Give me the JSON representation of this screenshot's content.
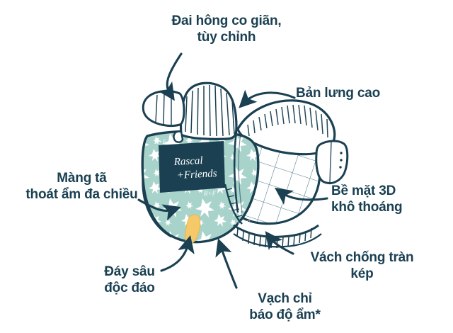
{
  "infographic": {
    "title_context": "Rascal + Friends diaper feature callout diagram",
    "background_color": "#ffffff",
    "text_color": "#1a4052",
    "accent_colors": {
      "dark_teal": "#1a4052",
      "mint_green": "#a7d3cb",
      "light_mint": "#c6e2dd",
      "yellow_indicator": "#f5c96a",
      "white": "#ffffff"
    }
  },
  "product": {
    "brand_line_1": "Rascal",
    "brand_line_2": "+Friends",
    "pattern_mark": "R+F"
  },
  "labels": [
    {
      "id": "elastic-hip-band",
      "text": "Đai hông co giãn,\ntùy chỉnh",
      "align": "center"
    },
    {
      "id": "high-back-panel",
      "text": "Bản lưng cao",
      "align": "left"
    },
    {
      "id": "moisture-film",
      "text": "Màng tã\nthoát ẩm đa chiều",
      "align": "center"
    },
    {
      "id": "3d-surface",
      "text": "Bề mặt 3D\nkhô thoáng",
      "align": "left"
    },
    {
      "id": "double-barrier",
      "text": "Vách chống tràn\nkép",
      "align": "center"
    },
    {
      "id": "deep-bottom",
      "text": "Đáy sâu\nđộc đáo",
      "align": "center"
    },
    {
      "id": "wetness-indicator",
      "text": "Vạch chỉ\nbáo độ ẩm*",
      "align": "center"
    }
  ]
}
